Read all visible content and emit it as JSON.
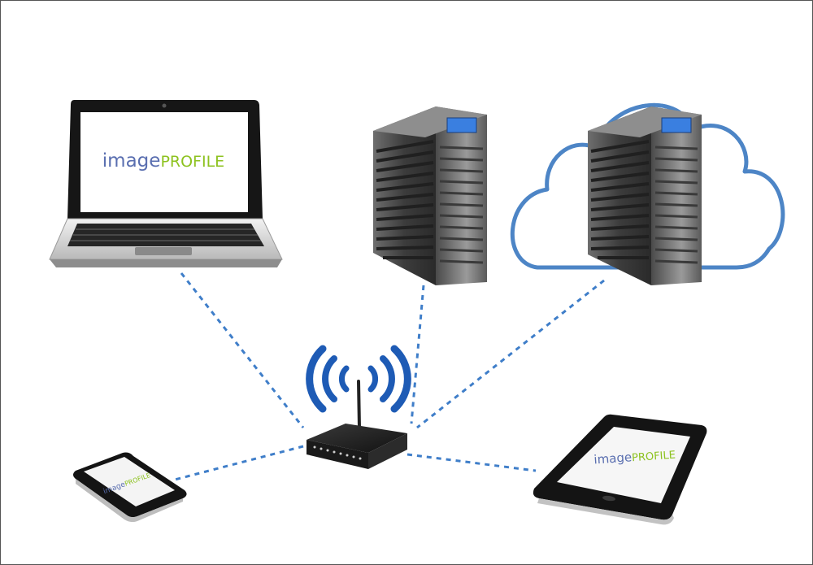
{
  "logo": {
    "part1": "image",
    "part2": "PROFILE",
    "color_part1": "#5a6fb0",
    "color_part2": "#8dc21f"
  },
  "colors": {
    "link": "#3f7ec9",
    "cloud": "#4d85c6",
    "wifi": "#1e5bb5",
    "screen_badge": "#3a7fe0",
    "device_body": "#1a1a1a"
  },
  "nodes": [
    {
      "id": "laptop",
      "icon": "laptop-icon"
    },
    {
      "id": "server",
      "icon": "server-tower-icon"
    },
    {
      "id": "cloud-server",
      "icon": "cloud-server-icon"
    },
    {
      "id": "router",
      "icon": "wireless-router-icon"
    },
    {
      "id": "phone",
      "icon": "smartphone-icon"
    },
    {
      "id": "tablet",
      "icon": "tablet-icon"
    }
  ],
  "links": [
    [
      "router",
      "laptop"
    ],
    [
      "router",
      "server"
    ],
    [
      "router",
      "cloud-server"
    ],
    [
      "router",
      "phone"
    ],
    [
      "router",
      "tablet"
    ]
  ]
}
